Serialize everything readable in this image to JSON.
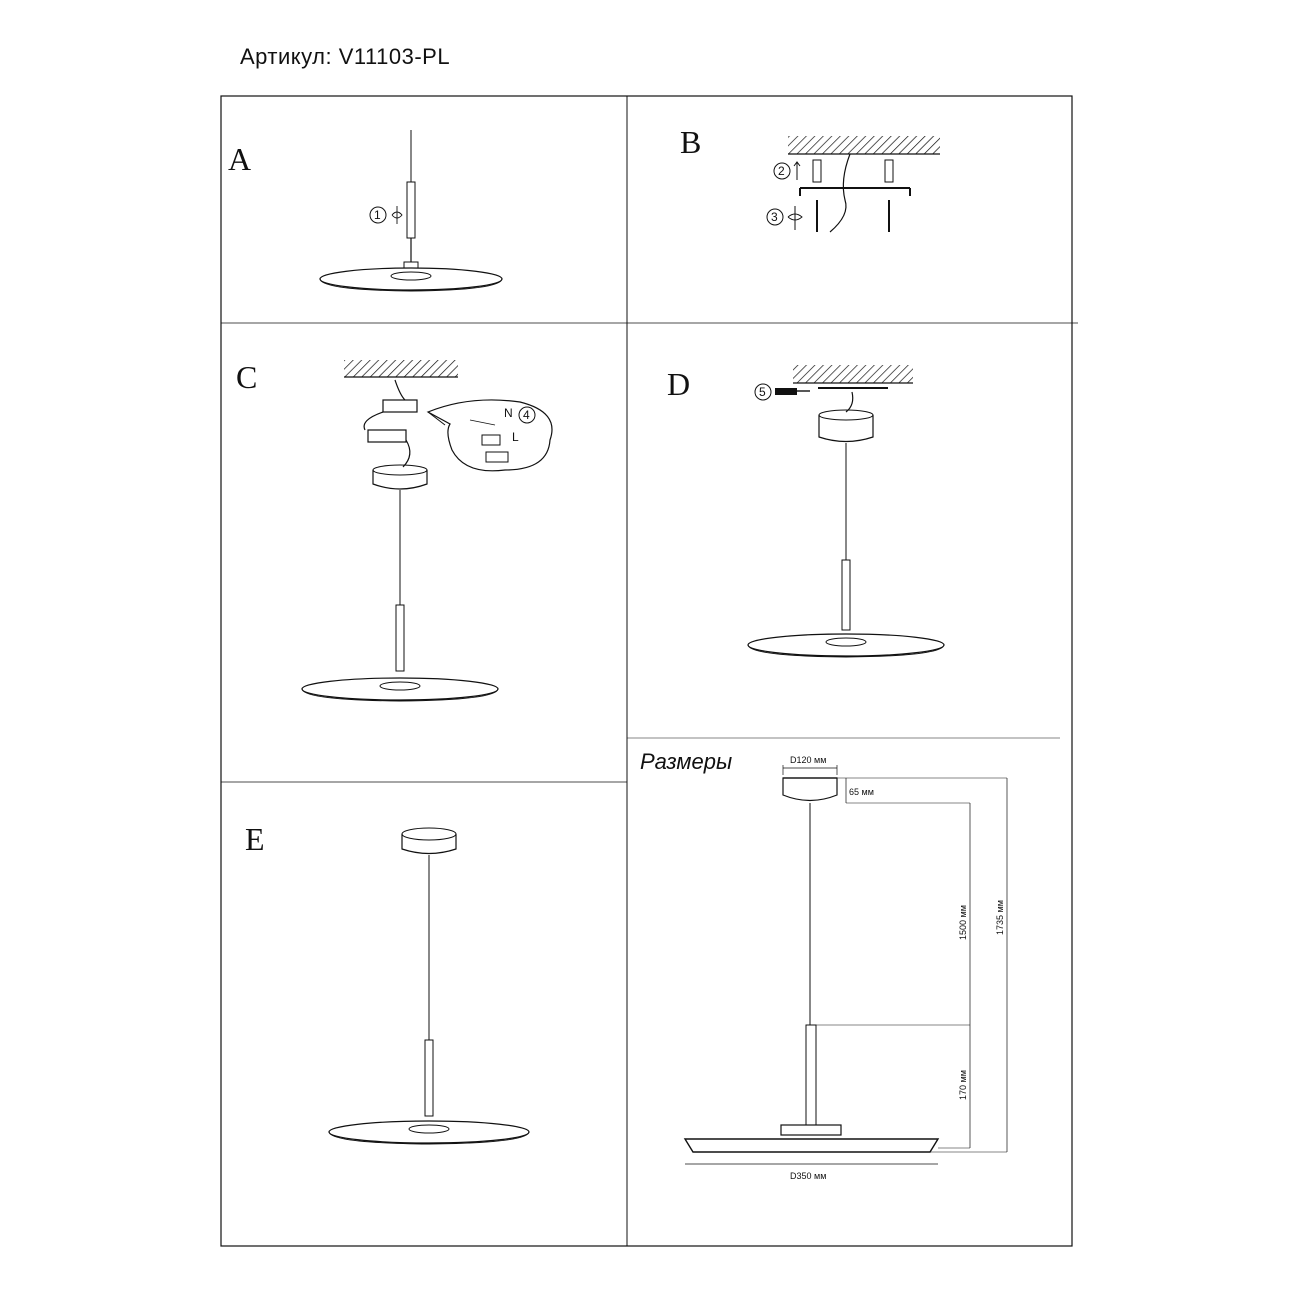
{
  "header": {
    "article": "Артикул: V11103-PL"
  },
  "panels": {
    "a": {
      "letter": "A",
      "step": "1"
    },
    "b": {
      "letter": "B",
      "step_2": "2",
      "step_3": "3"
    },
    "c": {
      "letter": "C",
      "step": "4",
      "n_label": "N",
      "l_label": "L"
    },
    "d": {
      "letter": "D",
      "step": "5"
    },
    "e": {
      "letter": "E"
    }
  },
  "dimensions": {
    "title": "Размеры",
    "canopy_diameter": "D120 мм",
    "canopy_height": "65 мм",
    "cable_length": "1500 мм",
    "total_height": "1735 мм",
    "stem_length": "170 мм",
    "shade_diameter": "D350 мм"
  },
  "colors": {
    "line": "#111111",
    "background": "#ffffff",
    "hatch": "#111111"
  }
}
